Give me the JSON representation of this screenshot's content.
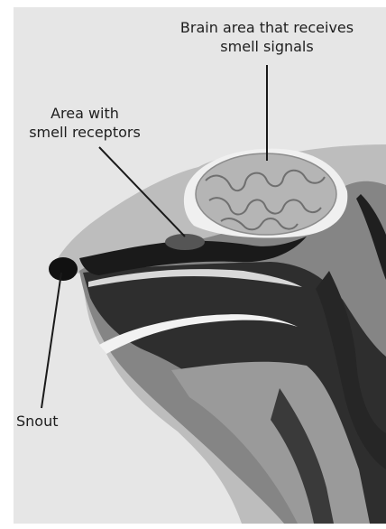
{
  "diagram": {
    "labels": {
      "brain": [
        "Brain area that receives",
        "smell signals"
      ],
      "receptors": [
        "Area with",
        "smell receptors"
      ],
      "snout": "Snout"
    }
  }
}
